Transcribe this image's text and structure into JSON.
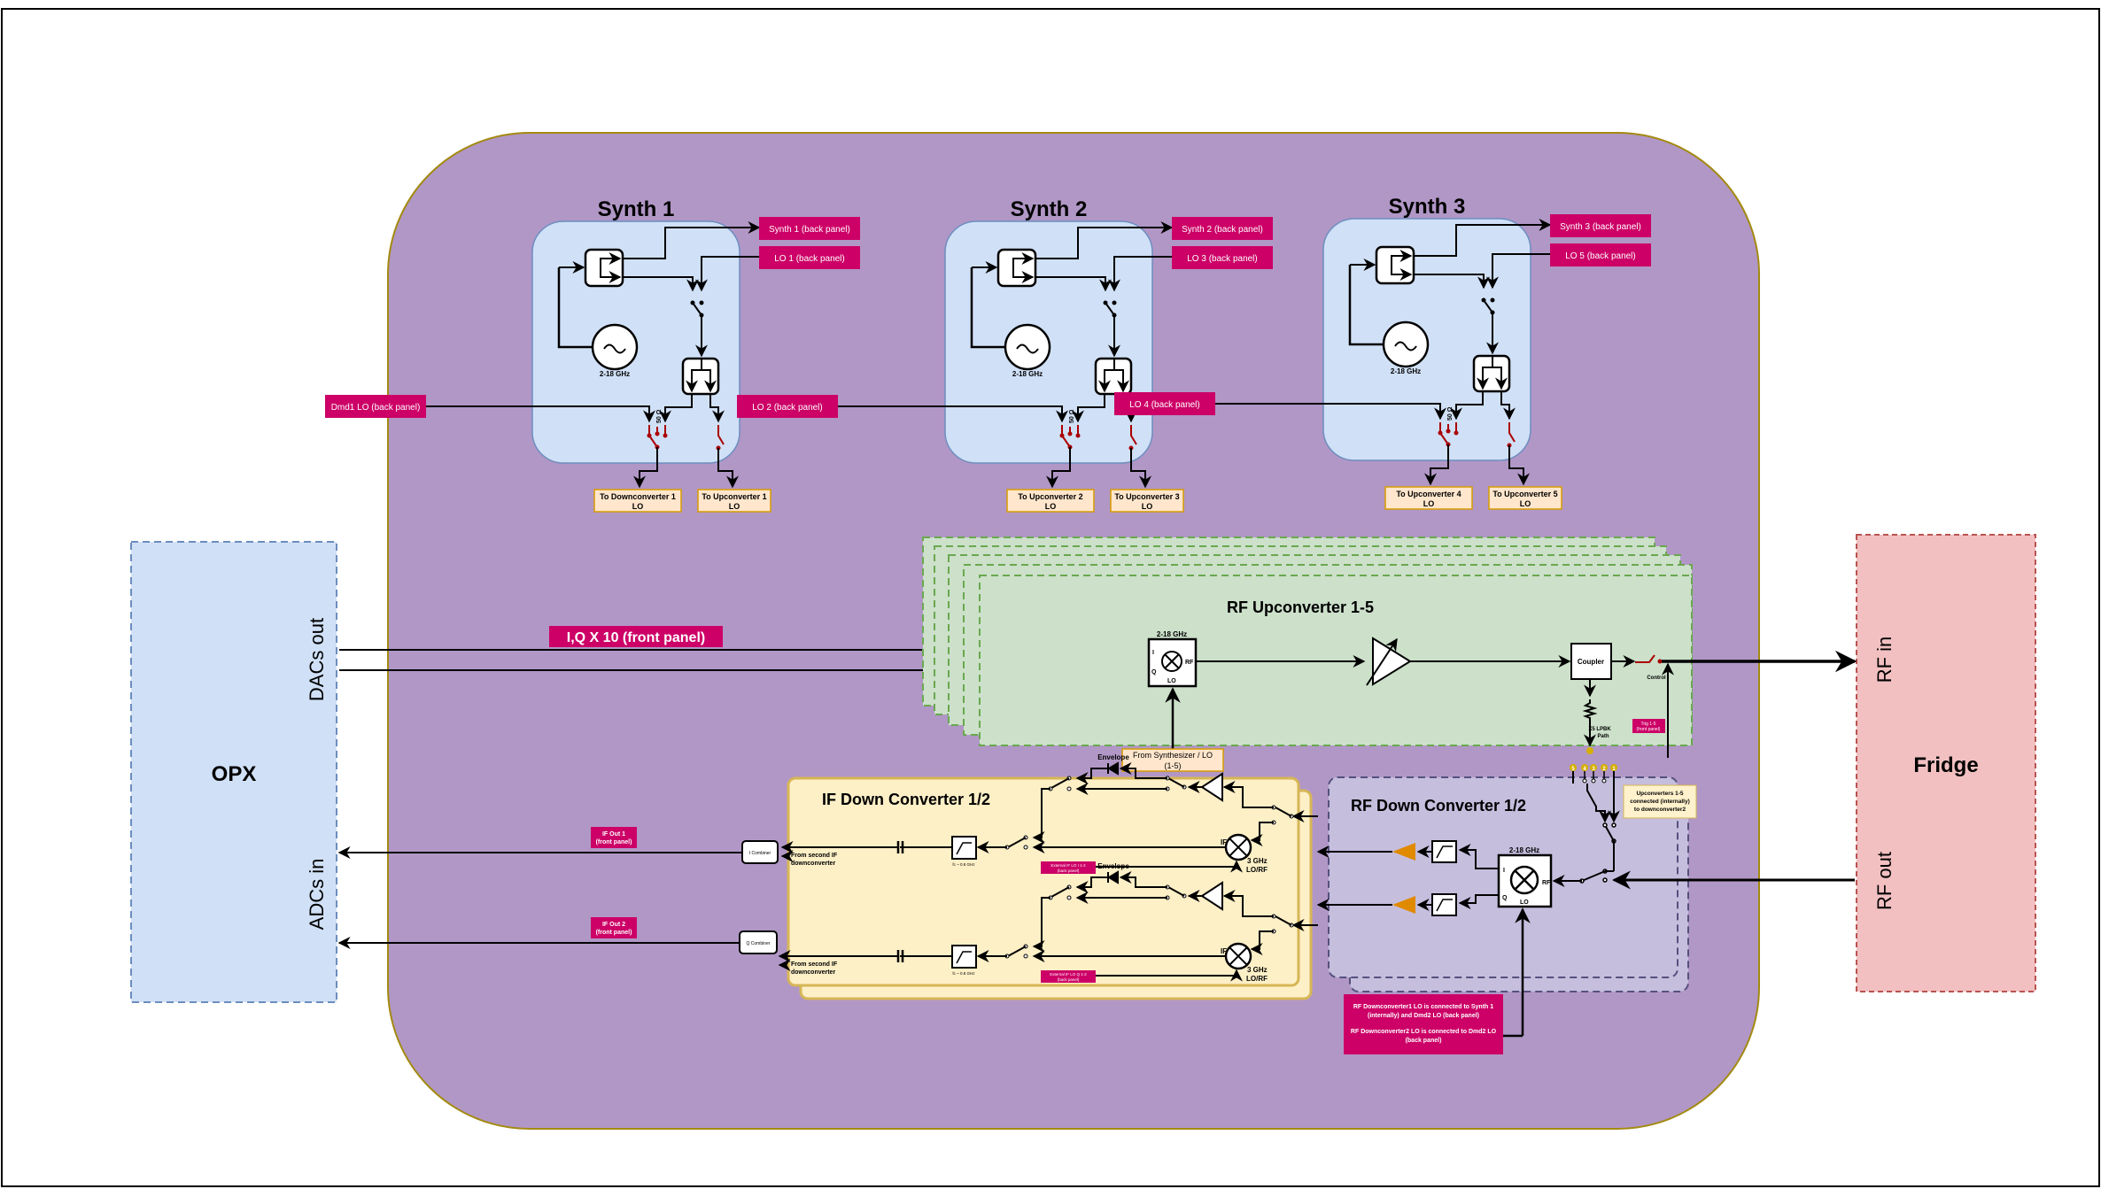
{
  "colors": {
    "enclosure_fill": "#b197c6",
    "enclosure_stroke": "#a38a10",
    "synth_fill": "#d0e0f6",
    "synth_stroke": "#6c8ebf",
    "label_magenta": "#cc0066",
    "label_orange_fill": "#ffe6cc",
    "label_orange_stroke": "#d79b00",
    "upconv_fill": "#cce0ca",
    "upconv_stroke": "#6aa84f",
    "ifdown_fill": "#fdefc6",
    "ifdown_stroke": "#d6b656",
    "rfdown_fill": "#c5bedd",
    "rfdown_stroke": "#56517e",
    "opx_fill": "#d0e0f6",
    "fridge_fill": "#f2c0c1",
    "fridge_stroke": "#b85450",
    "switch_red": "#aa0000",
    "amp_orange": "#e08a00",
    "port_yellow": "#d6b000"
  },
  "opx": {
    "title": "OPX",
    "dacs_label": "DACs out",
    "adcs_label": "ADCs in"
  },
  "fridge": {
    "title": "Fridge",
    "rf_in_label": "RF in",
    "rf_out_label": "RF out"
  },
  "synths": [
    {
      "title": "Synth 1",
      "freq": "2-18 GHz",
      "back_panel": "Synth 1 (back panel)",
      "lo_back_panel": "LO 1 (back panel)",
      "ext_input": "Dmd1 LO (back panel)",
      "term": "50 Ω",
      "out_a": [
        "To Downconverter 1",
        "LO"
      ],
      "out_b": [
        "To Upconverter 1",
        "LO"
      ]
    },
    {
      "title": "Synth 2",
      "freq": "2-18 GHz",
      "back_panel": "Synth 2 (back panel)",
      "lo_back_panel": "LO 3 (back panel)",
      "ext_input": "LO 2 (back panel)",
      "term": "50 Ω",
      "out_a": [
        "To Upconverter 2",
        "LO"
      ],
      "out_b": [
        "To Upconverter  3",
        "LO"
      ]
    },
    {
      "title": "Synth 3",
      "freq": "2-18 GHz",
      "back_panel": "Synth 3 (back panel)",
      "lo_back_panel": "LO 5 (back panel)",
      "ext_input": "LO 4 (back panel)",
      "term": "50 Ω",
      "out_a": [
        "To Upconverter 4",
        "LO"
      ],
      "out_b": [
        "To Upconverter 5",
        "LO"
      ]
    }
  ],
  "iq_label": "I,Q X 10 (front panel)",
  "upconverter": {
    "title": "RF Upconverter 1-5",
    "mixer_freq": "2-18 GHz",
    "mixer_i": "I",
    "mixer_q": "Q",
    "mixer_rf": "RF",
    "mixer_lo": "LO",
    "coupler": "Coupler",
    "control": "Control",
    "lpbk": [
      "X5 LPBK",
      "Path"
    ],
    "trig": [
      "Trig 1-5",
      "(front panel)"
    ],
    "lo_source": [
      "From Synthesizer / LO",
      "(1-5)"
    ]
  },
  "if_down": {
    "title": "IF Down Converter 1/2",
    "envelope": "Envelope",
    "filter_label": "fc ~ 0.8 GHz",
    "mixer_if": "IF",
    "mixer_lo": [
      "3 GHz",
      "LO/RF"
    ],
    "ext_lo_i": [
      "External IF LO I  1-2",
      "(back panel)"
    ],
    "ext_lo_q": [
      "External IF LO Q 1-2",
      "(back panel)"
    ],
    "from_second": [
      "From second IF",
      "downconverter"
    ],
    "i_combiner": "I Combiner",
    "q_combiner": "Q Combiner",
    "if_out_1": [
      "IF Out 1",
      "(front panel)"
    ],
    "if_out_2": [
      "IF Out 2",
      "(front panel)"
    ]
  },
  "rf_down": {
    "title": "RF Down Converter 1/2",
    "mixer_freq": "2-18 GHz",
    "mixer_i": "I",
    "mixer_q": "Q",
    "mixer_rf": "RF",
    "mixer_lo": "LO",
    "port_numbers": [
      "5",
      "4",
      "3",
      "2",
      "1"
    ],
    "note": [
      "Upconverters 1-5",
      "connected (internally)",
      "to downconverter2"
    ],
    "lo_note": [
      "RF Downconverter1 LO is connected to Synth 1",
      "(internally) and Dmd2 LO (back panel)",
      "RF Downconverter2 LO is connected to Dmd2 LO",
      "(back panel)"
    ]
  }
}
